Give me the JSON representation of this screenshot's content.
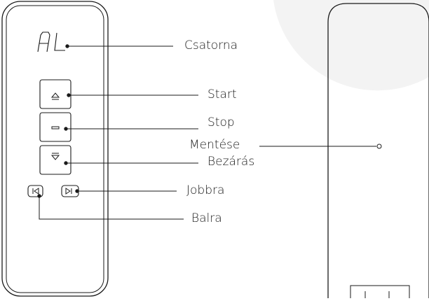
{
  "diagram": {
    "display_text": "AL",
    "labels": {
      "channel": "Csatorna",
      "start": "Start",
      "stop": "Stop",
      "save": "Mentése",
      "close": "Bezárás",
      "right": "Jobbra",
      "left": "Balra"
    }
  },
  "colors": {
    "stroke": "#1a1a1a",
    "watermark": "#f2f2f2",
    "background": "#ffffff"
  },
  "icons": {
    "up_button": "triangle-up-icon",
    "stop_button": "dash-icon",
    "down_button": "triangle-down-icon",
    "left_button": "skip-back-icon",
    "right_button": "skip-forward-icon"
  }
}
